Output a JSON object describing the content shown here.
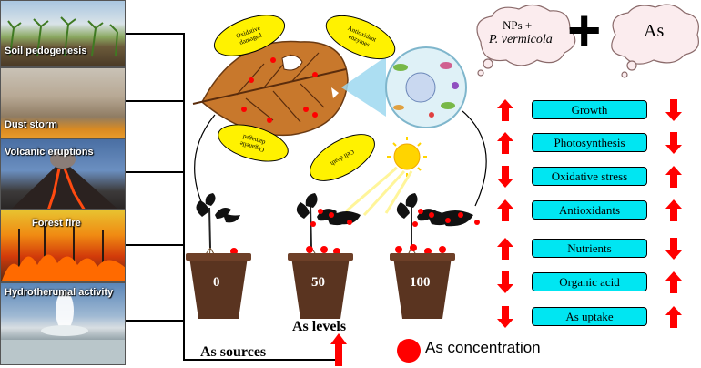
{
  "sources": [
    {
      "id": "soil",
      "label": "Soil pedogenesis"
    },
    {
      "id": "dust",
      "label": "Dust storm"
    },
    {
      "id": "volcano",
      "label": "Volcanic eruptions"
    },
    {
      "id": "fire",
      "label": "Forest fire"
    },
    {
      "id": "hydro",
      "label": "Hydrotherumal activity"
    }
  ],
  "leaf_labels": {
    "oxidative_damage": "Oxidative damaged",
    "antioxidant": "Antioxidant enzymes",
    "organelle_damage": "Organelle damaged",
    "cell_death": "Cell death"
  },
  "treatment": {
    "nps_line1": "NPs +",
    "nps_line2": "P. vermicola",
    "plus": "+",
    "as": "As"
  },
  "pots": [
    "0",
    "50",
    "100"
  ],
  "parameters": [
    {
      "label": "Growth",
      "left": "up",
      "right": "down"
    },
    {
      "label": "Photosynthesis",
      "left": "up",
      "right": "down"
    },
    {
      "label": "Oxidative stress",
      "left": "down",
      "right": "up"
    },
    {
      "label": "Antioxidants",
      "left": "up",
      "right": "up"
    },
    {
      "label": "Nutrients",
      "left": "up",
      "right": "down"
    },
    {
      "label": "Organic acid",
      "left": "down",
      "right": "up"
    },
    {
      "label": "As uptake",
      "left": "down",
      "right": "up"
    }
  ],
  "bottom": {
    "as_sources": "As sources",
    "as_levels": "As levels",
    "as_concentration": "As concentration"
  },
  "colors": {
    "arrow": "#ff0000",
    "box": "#00e6f2",
    "oval": "#fff200",
    "pot": "#5a3420",
    "dot": "#ff0000"
  }
}
